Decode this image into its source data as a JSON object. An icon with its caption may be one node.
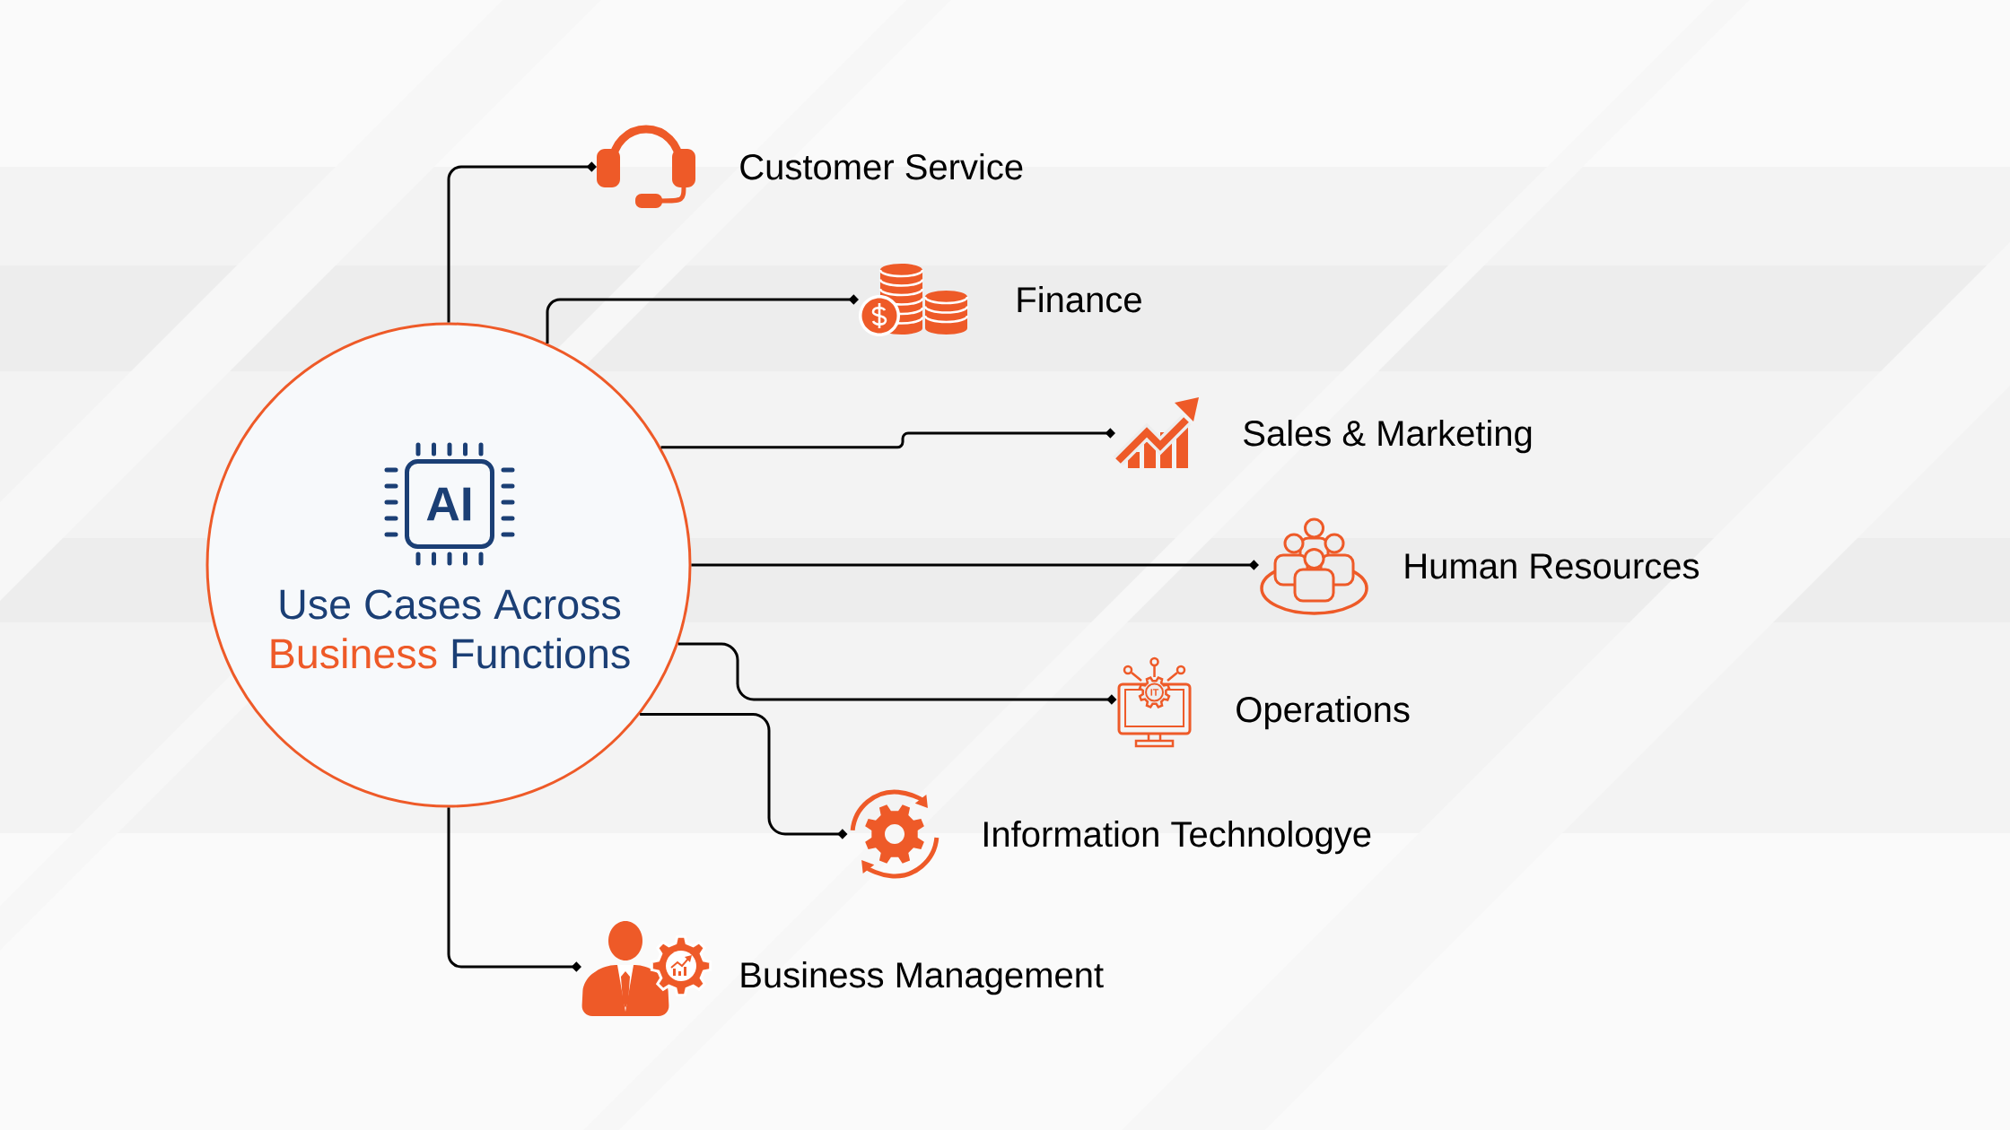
{
  "diagram": {
    "nodes": [
      {
        "text": [
          "AI",
          "Use Cases Across",
          "Business Functions"
        ]
      },
      {
        "text": [],
        "shape": "picture",
        "beside": [
          "Customer Service"
        ]
      },
      {
        "text": [],
        "shape": "picture",
        "beside": [
          "Finance"
        ]
      },
      {
        "text": [],
        "shape": "picture",
        "beside": [
          "Sales & Marketing"
        ]
      },
      {
        "text": [],
        "shape": "picture",
        "beside": [
          "Human Resources"
        ]
      },
      {
        "text": [],
        "shape": "picture",
        "beside": [
          "Operations"
        ]
      },
      {
        "text": [],
        "shape": "picture",
        "beside": [
          "Information Technologye"
        ]
      },
      {
        "text": [],
        "shape": "picture",
        "beside": [
          "Business Management"
        ]
      }
    ],
    "edges": [
      {
        "from": 0,
        "to": 1,
        "arrow": "other"
      },
      {
        "from": 0,
        "to": 2,
        "arrow": "other"
      },
      {
        "from": 0,
        "to": 3,
        "arrow": "other"
      },
      {
        "from": 0,
        "to": 4,
        "arrow": "other"
      },
      {
        "from": 0,
        "to": 5,
        "arrow": "other"
      },
      {
        "from": 0,
        "to": 6,
        "arrow": "other"
      },
      {
        "from": 0,
        "to": 7,
        "arrow": "other"
      }
    ],
    "labels": [
      "IT"
    ]
  }
}
